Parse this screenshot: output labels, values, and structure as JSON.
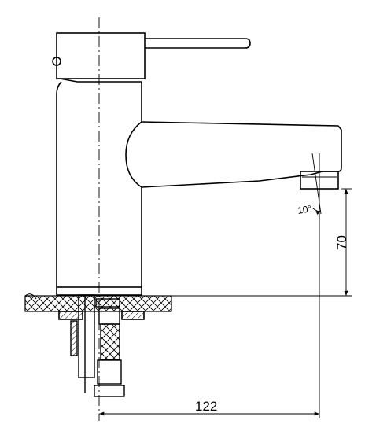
{
  "drawing": {
    "dimensions": {
      "height": "70",
      "reach": "122",
      "angle": "10°"
    }
  }
}
